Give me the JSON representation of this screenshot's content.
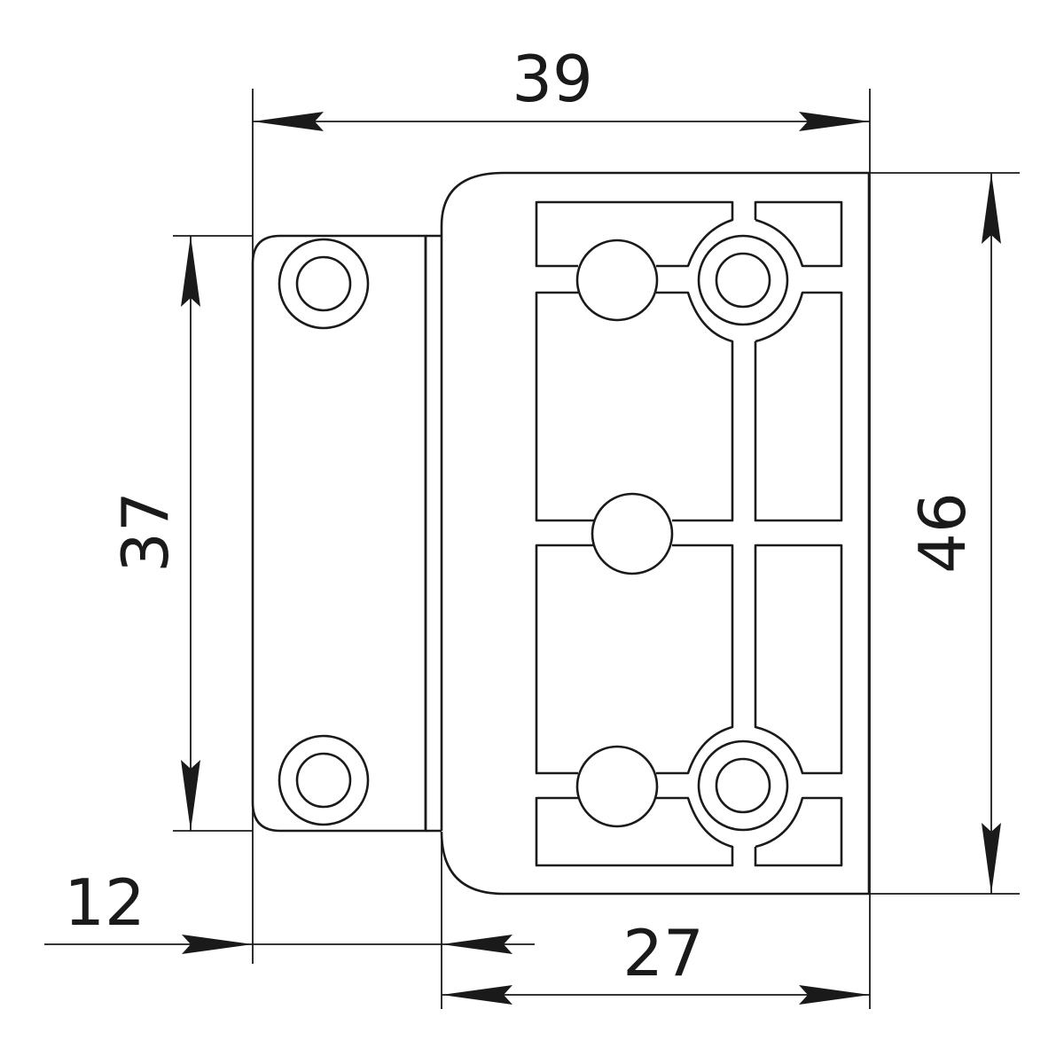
{
  "drawing": {
    "dimensions": {
      "total_width": "39",
      "flap_height": "37",
      "total_height": "46",
      "flap_width": "12",
      "plate_width": "27"
    }
  }
}
